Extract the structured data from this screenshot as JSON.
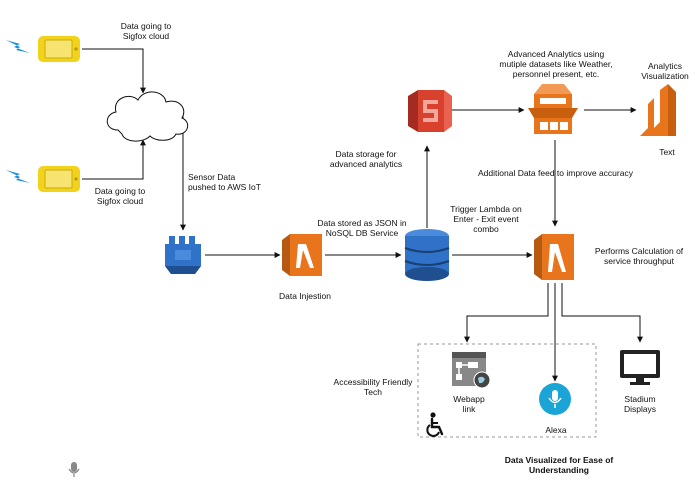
{
  "labels": {
    "sigfox_top": [
      "Data going to",
      "Sigfox cloud"
    ],
    "sigfox_bottom": [
      "Data going to",
      "Sigfox cloud"
    ],
    "sensor_data": [
      "Sensor Data",
      "pushed to AWS IoT"
    ],
    "data_injestion": "Data Injestion",
    "stored_json": [
      "Data stored as JSON in",
      "NoSQL DB Service"
    ],
    "storage_analytics": [
      "Data storage for",
      "advanced analytics"
    ],
    "advanced_analytics": [
      "Advanced Analytics using",
      "mutiple datasets like Weather,",
      "personnel present, etc."
    ],
    "analytics_visualization": [
      "Analytics",
      "Visualization"
    ],
    "text_label": "Text",
    "additional_data": "Additional Data feed to improve accuracy",
    "trigger_lambda": [
      "Trigger Lambda on",
      "Enter - Exit event",
      "combo"
    ],
    "performs_calc": [
      "Performs Calculation of",
      "service throughput"
    ],
    "accessibility": [
      "Accessibility Friendly",
      "Tech"
    ],
    "webapp": [
      "Webapp",
      "link"
    ],
    "alexa": "Alexa",
    "stadium": [
      "Stadium",
      "Displays"
    ],
    "visualized": [
      "Data Visualized for Ease of",
      "Understanding"
    ]
  },
  "colors": {
    "phone": "#f2d21b",
    "lightning": "#1d8fd6",
    "aws_orange": "#e8741b",
    "aws_red": "#d9412f",
    "aws_blue": "#2f72c7",
    "alexa": "#1aa5d6",
    "line": "#111111"
  }
}
